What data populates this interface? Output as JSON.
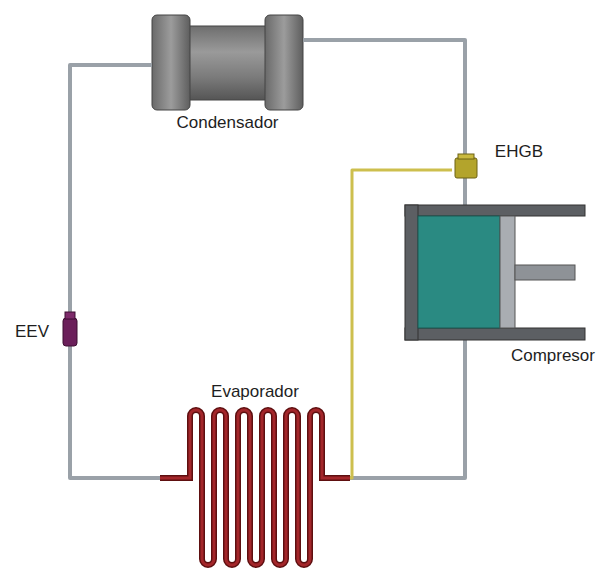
{
  "diagram": {
    "nodes": [
      {
        "text": [
          "Condensador"
        ]
      },
      {
        "text": [
          "EHGB"
        ]
      },
      {
        "text": [
          "EEV"
        ]
      },
      {
        "text": [
          "Evaporador"
        ]
      },
      {
        "text": [
          "Compresor"
        ]
      }
    ],
    "edges": [
      {
        "from": 0,
        "to": 2,
        "arrow": "none"
      },
      {
        "from": 2,
        "to": 3,
        "arrow": "none"
      },
      {
        "from": 3,
        "to": 4,
        "arrow": "none"
      },
      {
        "from": 4,
        "to": 1,
        "arrow": "none"
      },
      {
        "from": 1,
        "to": 0,
        "arrow": "none"
      },
      {
        "from": 1,
        "to": 3,
        "arrow": "none"
      }
    ]
  }
}
